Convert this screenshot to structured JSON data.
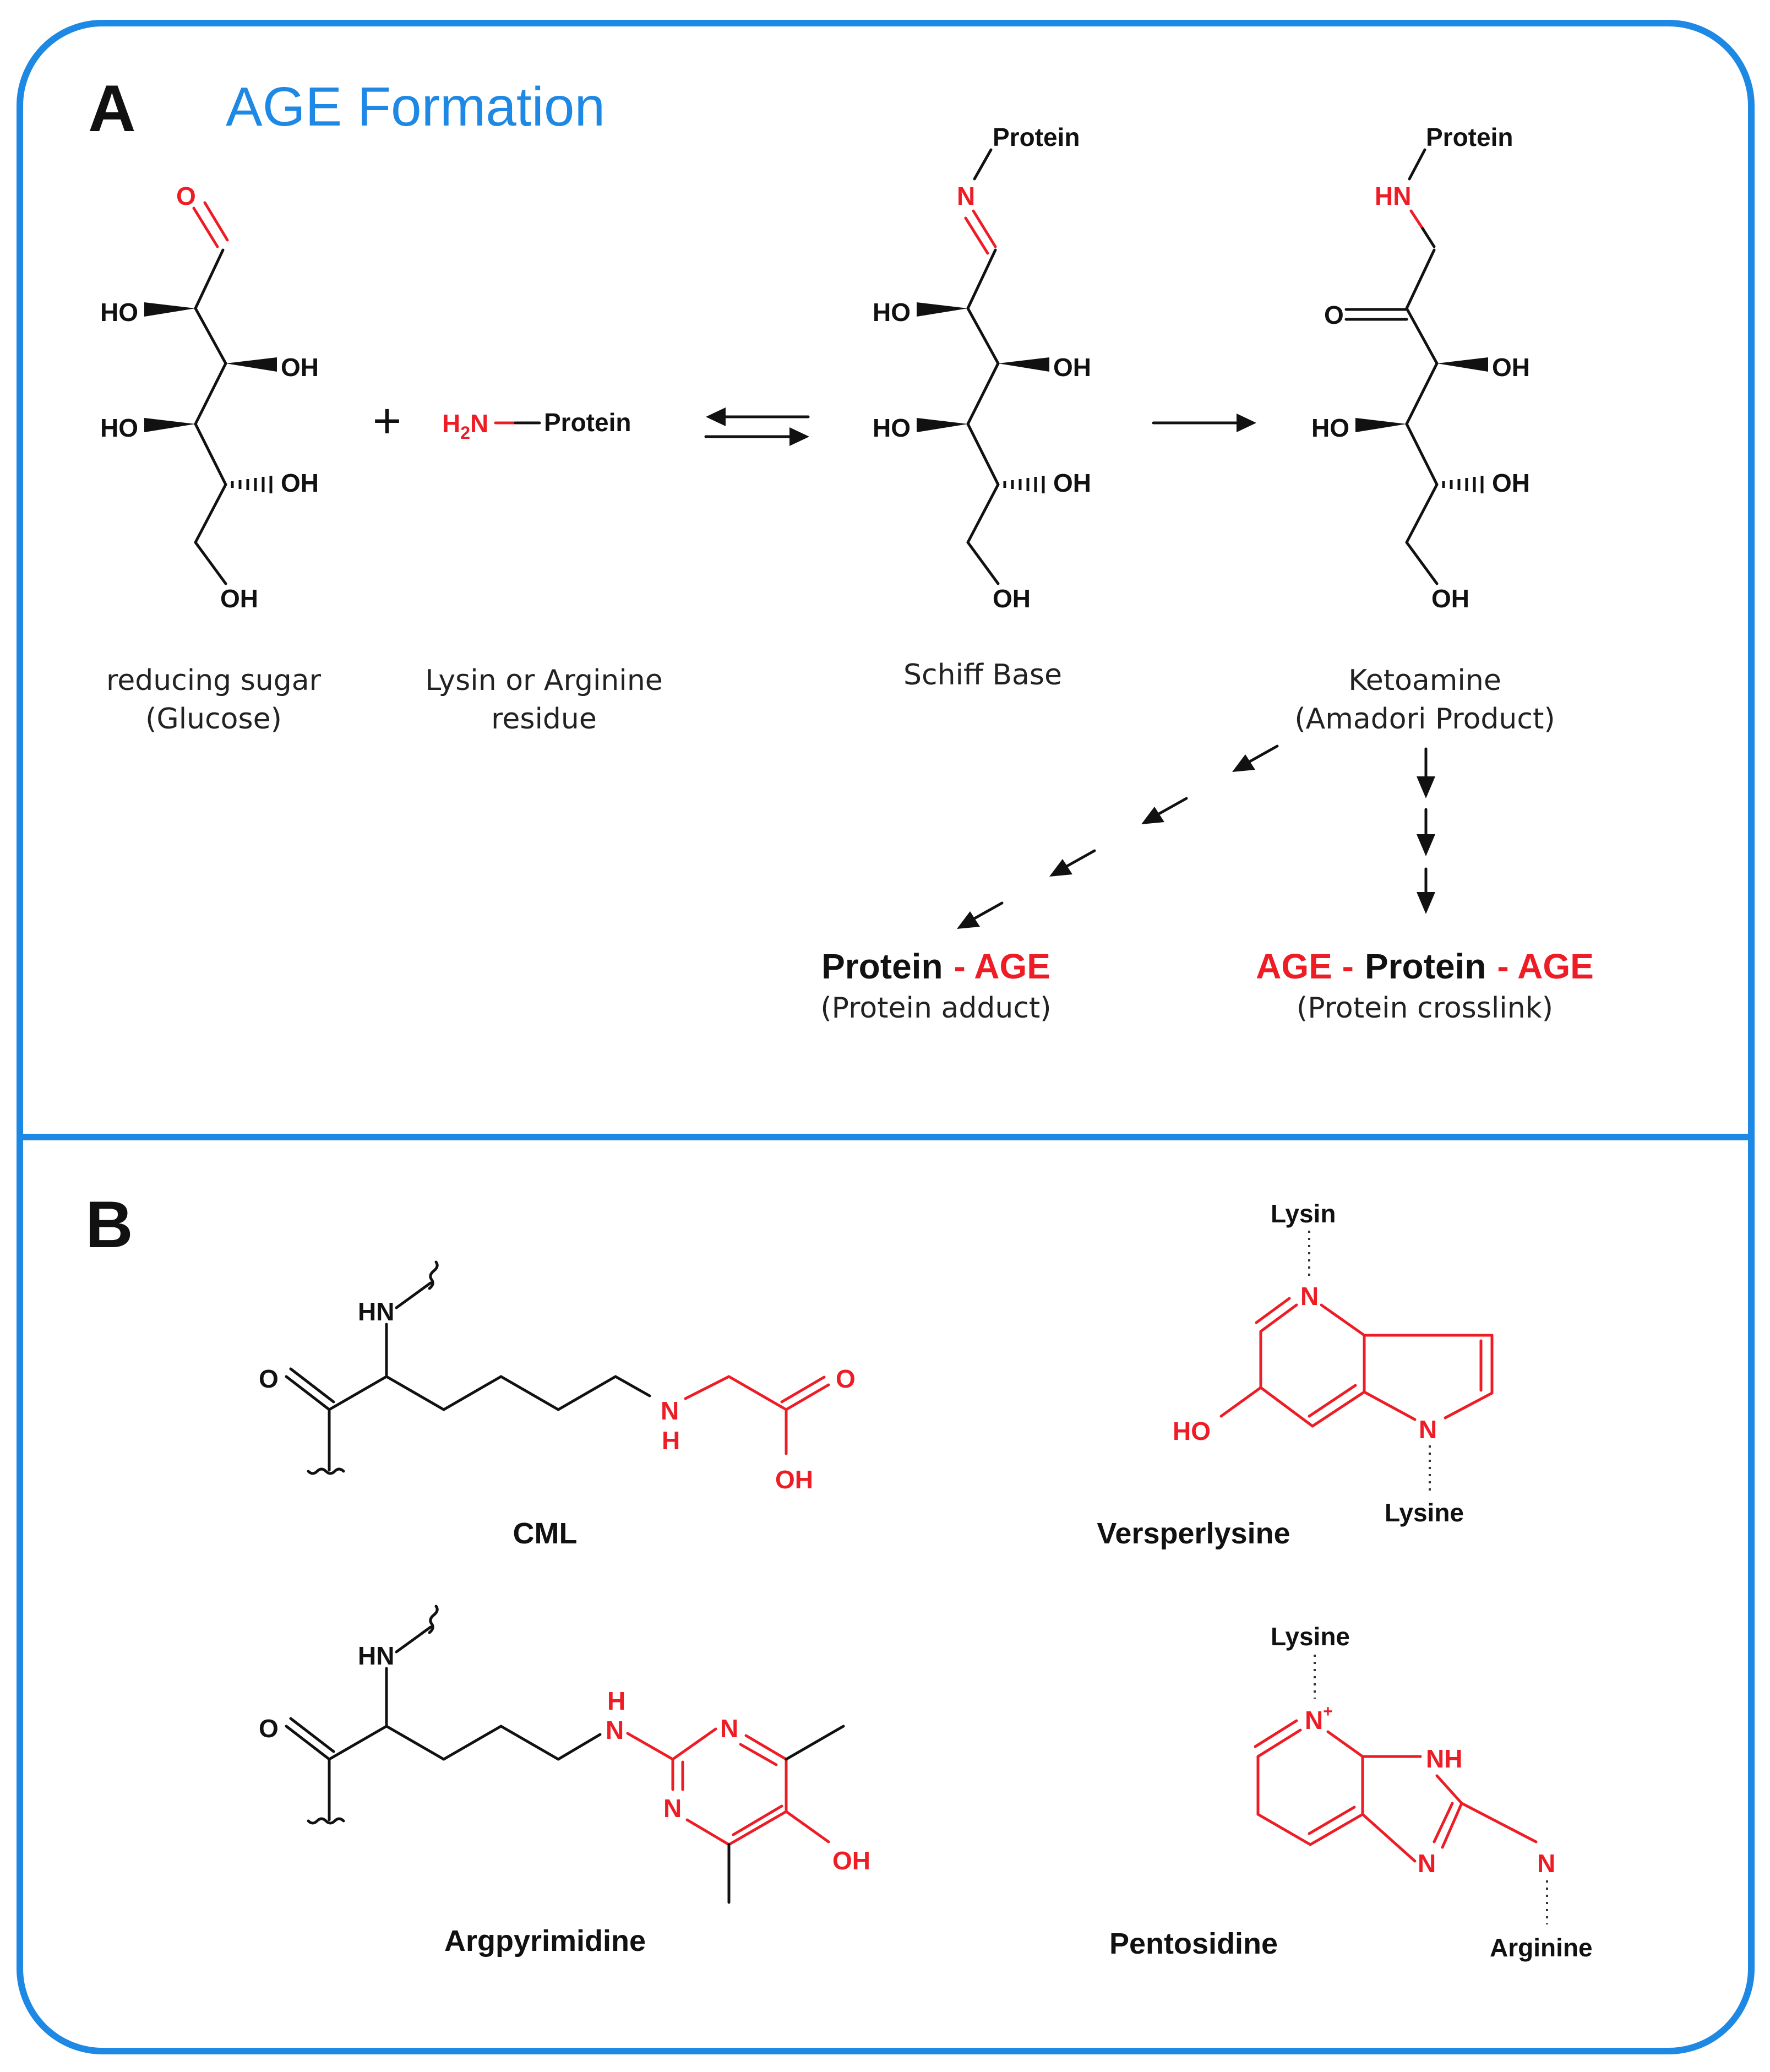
{
  "colors": {
    "frame": "#1e88e5",
    "title": "#1e88e5",
    "highlight": "#ee1c25",
    "ink": "#111111"
  },
  "panel_a": {
    "letter": "A",
    "title": "AGE Formation",
    "plus": "+",
    "reagent": {
      "amine_h": "H",
      "amine_sub": "2",
      "amine_n": "N",
      "protein": "Protein"
    },
    "atoms": {
      "O": "O",
      "HO": "HO",
      "OH": "OH",
      "N": "N",
      "HN": "HN",
      "protein": "Protein"
    },
    "labels": {
      "sugar_1": "reducing sugar",
      "sugar_2": "(Glucose)",
      "residue_1": "Lysin or Arginine",
      "residue_2": "residue",
      "schiff": "Schiff Base",
      "keto_1": "Ketoamine",
      "keto_2": "(Amadori Product)"
    },
    "products": {
      "adduct_protein": "Protein",
      "adduct_dash": "- AGE",
      "adduct_note": "(Protein adduct)",
      "cross_left": "AGE -",
      "cross_protein": "Protein",
      "cross_right": "- AGE",
      "cross_note": "(Protein crosslink)"
    }
  },
  "panel_b": {
    "letter": "B",
    "atoms": {
      "O": "O",
      "HN": "HN",
      "N": "N",
      "H": "H",
      "OH": "OH",
      "HO": "HO",
      "NH": "NH",
      "N_plus": "N",
      "plus": "+"
    },
    "cml": {
      "name": "CML"
    },
    "vesper": {
      "name": "Versperlysine",
      "top": "Lysin",
      "bottom": "Lysine"
    },
    "argpyr": {
      "name": "Argpyrimidine"
    },
    "pento": {
      "name": "Pentosidine",
      "top": "Lysine",
      "bottom": "Arginine"
    }
  }
}
